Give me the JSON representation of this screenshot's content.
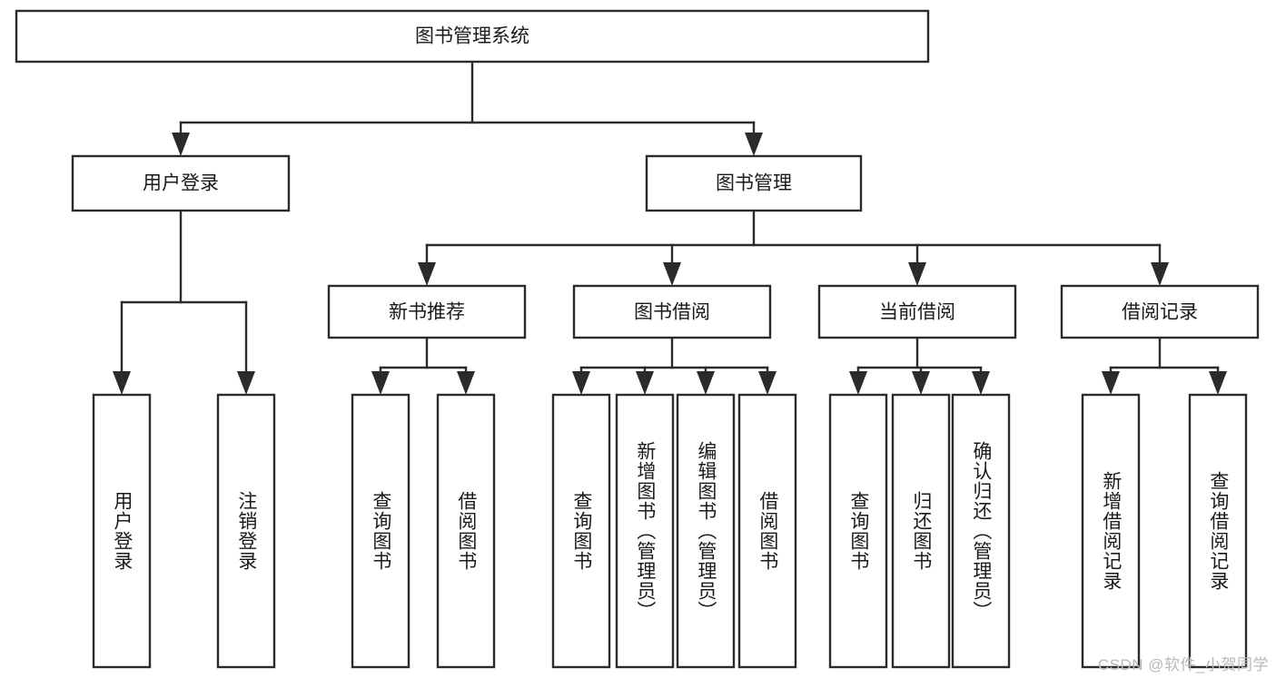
{
  "diagram": {
    "title": "图书管理系统",
    "watermark": "CSDN @软件_小贺同学",
    "colors": {
      "stroke": "#2b2b2b",
      "fill": "#ffffff",
      "text": "#1a1a1a",
      "watermark": "#b9b9b9"
    },
    "root": {
      "label": "图书管理系统"
    },
    "level2": [
      {
        "label": "用户登录"
      },
      {
        "label": "图书管理"
      }
    ],
    "level3": [
      {
        "label": "新书推荐"
      },
      {
        "label": "图书借阅"
      },
      {
        "label": "当前借阅"
      },
      {
        "label": "借阅记录"
      }
    ],
    "leaves": {
      "user_login": [
        {
          "label": "用户登录"
        },
        {
          "label": "注销登录"
        }
      ],
      "new_book_recommend": [
        {
          "label": "查询图书"
        },
        {
          "label": "借阅图书"
        }
      ],
      "book_borrow": [
        {
          "label": "查询图书"
        },
        {
          "label": "新增图书（管理员）"
        },
        {
          "label": "编辑图书（管理员）"
        },
        {
          "label": "借阅图书"
        }
      ],
      "current_borrow": [
        {
          "label": "查询图书"
        },
        {
          "label": "归还图书"
        },
        {
          "label": "确认归还（管理员）"
        }
      ],
      "borrow_record": [
        {
          "label": "新增借阅记录"
        },
        {
          "label": "查询借阅记录"
        }
      ]
    }
  },
  "chart_data": {
    "type": "diagram",
    "subtype": "tree-hierarchy",
    "title": "图书管理系统",
    "orientation": "top-down",
    "nodes": [
      {
        "id": "root",
        "label": "图书管理系统",
        "level": 0,
        "parent": null
      },
      {
        "id": "n1",
        "label": "用户登录",
        "level": 1,
        "parent": "root"
      },
      {
        "id": "n2",
        "label": "图书管理",
        "level": 1,
        "parent": "root"
      },
      {
        "id": "n1a",
        "label": "用户登录",
        "level": 2,
        "parent": "n1"
      },
      {
        "id": "n1b",
        "label": "注销登录",
        "level": 2,
        "parent": "n1"
      },
      {
        "id": "n2a",
        "label": "新书推荐",
        "level": 2,
        "parent": "n2"
      },
      {
        "id": "n2b",
        "label": "图书借阅",
        "level": 2,
        "parent": "n2"
      },
      {
        "id": "n2c",
        "label": "当前借阅",
        "level": 2,
        "parent": "n2"
      },
      {
        "id": "n2d",
        "label": "借阅记录",
        "level": 2,
        "parent": "n2"
      },
      {
        "id": "n2a1",
        "label": "查询图书",
        "level": 3,
        "parent": "n2a"
      },
      {
        "id": "n2a2",
        "label": "借阅图书",
        "level": 3,
        "parent": "n2a"
      },
      {
        "id": "n2b1",
        "label": "查询图书",
        "level": 3,
        "parent": "n2b"
      },
      {
        "id": "n2b2",
        "label": "新增图书（管理员）",
        "level": 3,
        "parent": "n2b"
      },
      {
        "id": "n2b3",
        "label": "编辑图书（管理员）",
        "level": 3,
        "parent": "n2b"
      },
      {
        "id": "n2b4",
        "label": "借阅图书",
        "level": 3,
        "parent": "n2b"
      },
      {
        "id": "n2c1",
        "label": "查询图书",
        "level": 3,
        "parent": "n2c"
      },
      {
        "id": "n2c2",
        "label": "归还图书",
        "level": 3,
        "parent": "n2c"
      },
      {
        "id": "n2c3",
        "label": "确认归还（管理员）",
        "level": 3,
        "parent": "n2c"
      },
      {
        "id": "n2d1",
        "label": "新增借阅记录",
        "level": 3,
        "parent": "n2d"
      },
      {
        "id": "n2d2",
        "label": "查询借阅记录",
        "level": 3,
        "parent": "n2d"
      }
    ]
  }
}
